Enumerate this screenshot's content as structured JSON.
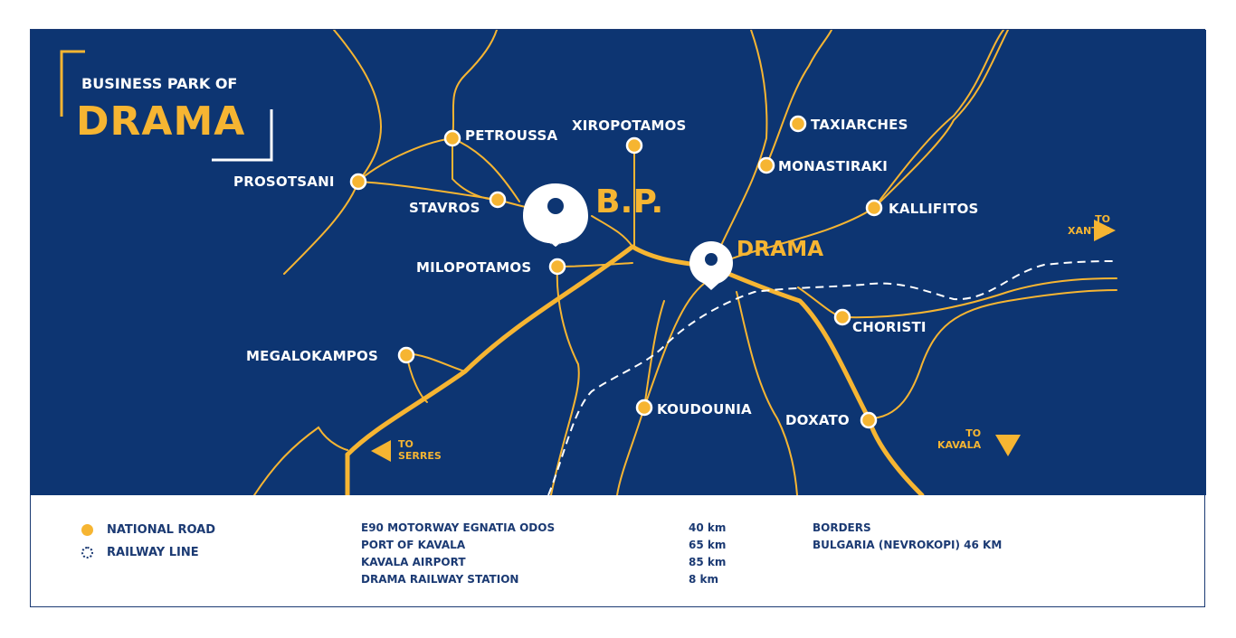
{
  "title": {
    "line1": "BUSINESS PARK OF",
    "line2": "DRAMA"
  },
  "places": {
    "petroussa": "PETROUSSA",
    "xiropotamos": "XIROPOTAMOS",
    "taxiarches": "TAXIARCHES",
    "monastiraki": "MONASTIRAKI",
    "prosotsani": "PROSOTSANI",
    "stavros": "STAVROS",
    "kallifitos": "KALLIFITOS",
    "milopotamos": "MILOPOTAMOS",
    "choristi": "CHORISTI",
    "megalokampos": "MEGALOKAMPOS",
    "koudounia": "KOUDOUNIA",
    "doxato": "DOXATO"
  },
  "markers": {
    "bp": "B.P.",
    "drama": "DRAMA"
  },
  "directions": {
    "xanthi": {
      "to": "TO",
      "place": "XANTHI"
    },
    "serres": {
      "to": "TO",
      "place": "SERRES"
    },
    "kavala": {
      "to": "TO",
      "place": "KAVALA"
    }
  },
  "legend": {
    "national_road": "NATIONAL ROAD",
    "railway_line": "RAILWAY LINE",
    "distances": [
      {
        "name": "E90 MOTORWAY EGNATIA ODOS",
        "value": "40 km"
      },
      {
        "name": "PORT OF KAVALA",
        "value": "65 km"
      },
      {
        "name": "KAVALA AIRPORT",
        "value": "85 km"
      },
      {
        "name": "DRAMA RAILWAY STATION",
        "value": "8 km"
      }
    ],
    "borders_title": "BORDERS",
    "borders_value": "BULGARIA (NEVROKOPI) 46 KM"
  },
  "colors": {
    "map_bg": "#0d3572",
    "accent": "#f6b532",
    "text_dark": "#1b3a73"
  },
  "icons": {
    "place": "dot-marker-icon",
    "pin": "map-pin-icon",
    "arrow": "triangle-arrow-icon"
  }
}
